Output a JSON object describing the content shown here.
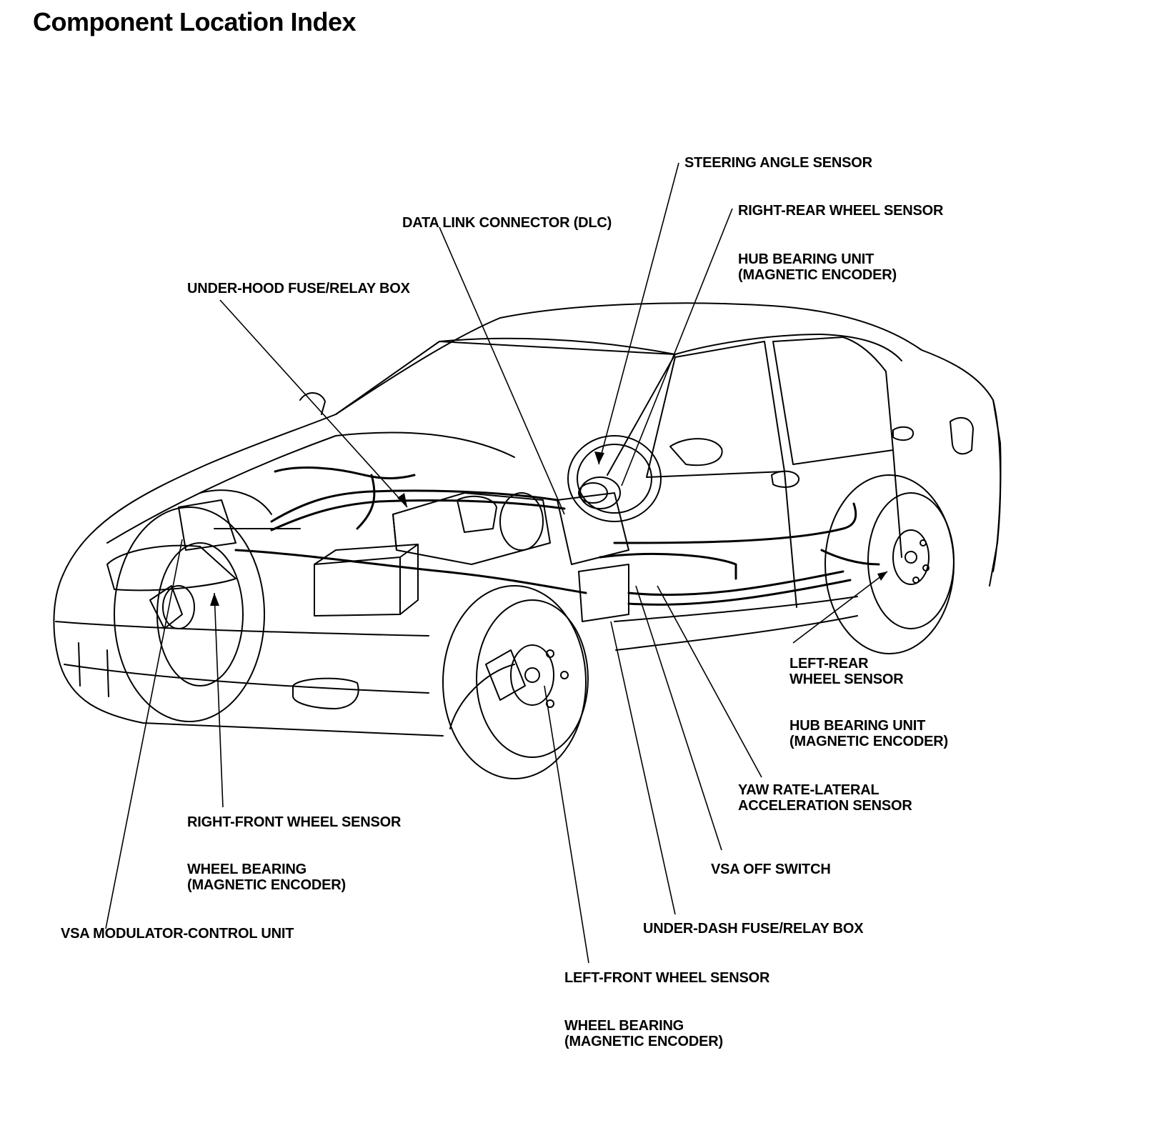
{
  "title": "Component Location Index",
  "colors": {
    "ink": "#000000",
    "paper": "#ffffff"
  },
  "labels": {
    "steering_angle_sensor": "STEERING ANGLE SENSOR",
    "right_rear_wheel_sensor": "RIGHT-REAR WHEEL SENSOR",
    "rr_hub_bearing_line1": "HUB BEARING UNIT",
    "rr_hub_bearing_line2": "(MAGNETIC ENCODER)",
    "data_link_connector": "DATA LINK CONNECTOR (DLC)",
    "under_hood_fuse_box": "UNDER-HOOD FUSE/RELAY BOX",
    "left_rear_line1": "LEFT-REAR",
    "left_rear_line2": "WHEEL SENSOR",
    "lr_hub_bearing_line1": "HUB BEARING UNIT",
    "lr_hub_bearing_line2": "(MAGNETIC ENCODER)",
    "yaw_rate_line1": "YAW RATE-LATERAL",
    "yaw_rate_line2": "ACCELERATION SENSOR",
    "right_front_wheel_sensor": "RIGHT-FRONT WHEEL SENSOR",
    "rf_wheel_bearing_line1": "WHEEL BEARING",
    "rf_wheel_bearing_line2": "(MAGNETIC ENCODER)",
    "vsa_off_switch": "VSA OFF SWITCH",
    "vsa_modulator": "VSA MODULATOR-CONTROL UNIT",
    "under_dash_fuse_box": "UNDER-DASH FUSE/RELAY BOX",
    "left_front_wheel_sensor": "LEFT-FRONT WHEEL SENSOR",
    "lf_wheel_bearing_line1": "WHEEL BEARING",
    "lf_wheel_bearing_line2": "(MAGNETIC ENCODER)"
  }
}
